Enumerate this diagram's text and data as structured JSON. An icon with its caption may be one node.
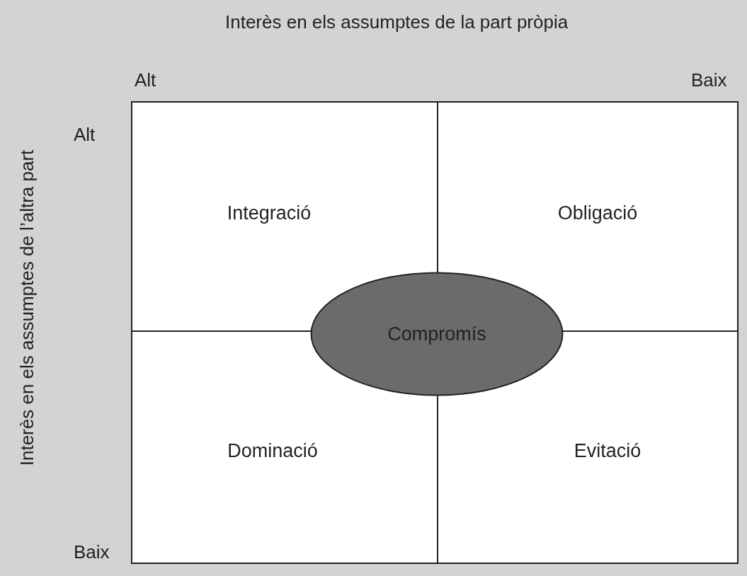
{
  "diagram": {
    "nodes": [
      {
        "text": [
          "Integració"
        ]
      },
      {
        "text": [
          "Obligació"
        ]
      },
      {
        "text": [
          "Compromís"
        ]
      },
      {
        "text": [
          "Dominació"
        ]
      },
      {
        "text": [
          "Evitació"
        ]
      }
    ],
    "labels": [
      "Interès en els assumptes de la part pròpia",
      "Alt",
      "Baix",
      "Interès en els assumptes de l’altra part",
      "Alt",
      "Baix"
    ]
  }
}
